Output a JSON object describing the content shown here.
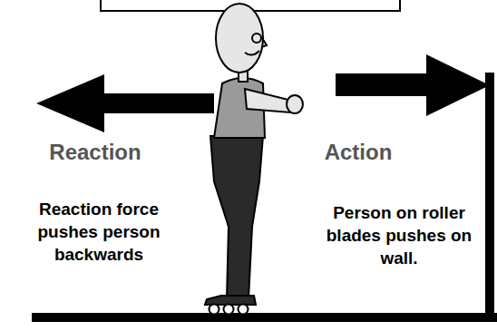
{
  "diagram": {
    "labels": [
      "Reaction",
      "Action",
      "Reaction force pushes person backwards",
      "Person on roller blades pushes on wall."
    ]
  }
}
